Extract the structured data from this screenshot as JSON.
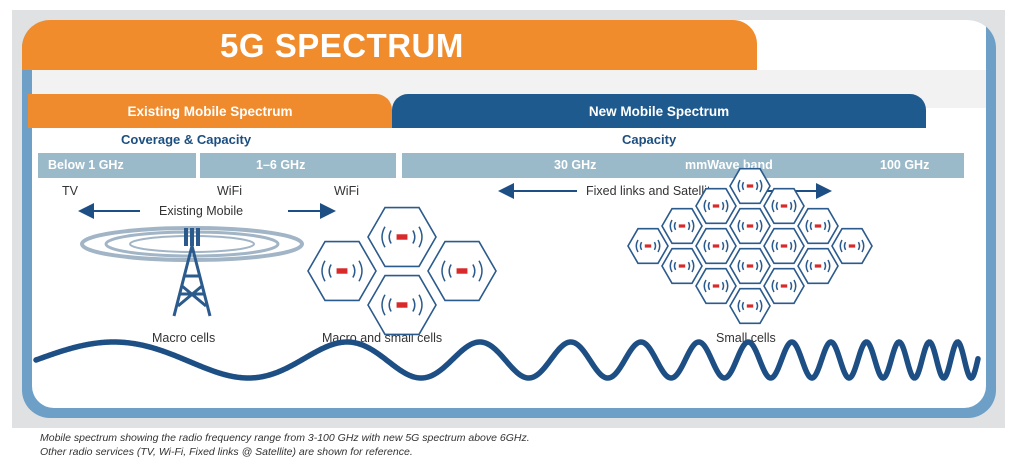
{
  "title": "5G SPECTRUM",
  "tabs": {
    "existing": "Existing Mobile Spectrum",
    "new": "New Mobile Spectrum"
  },
  "headers": {
    "left": "Coverage & Capacity",
    "right": "Capacity"
  },
  "bands": {
    "below1": "Below 1 GHz",
    "one_six": "1–6 GHz",
    "thirty": "30 GHz",
    "mmwave": "mmWave band",
    "hundred": "100 GHz"
  },
  "services": {
    "tv": "TV",
    "wifi1": "WiFi",
    "wifi2": "WiFi",
    "existing_mobile": "Existing Mobile",
    "fixed_links": "Fixed links and Satellite"
  },
  "cells": {
    "macro": "Macro cells",
    "macro_small": "Macro and small cells",
    "small": "Small cells"
  },
  "caption": {
    "line1": "Mobile spectrum showing the radio frequency range from 3-100 GHz with new 5G spectrum above 6GHz.",
    "line2": "Other radio services (TV, Wi-Fi, Fixed links @ Satellite) are shown for reference."
  },
  "colors": {
    "orange": "#f08c2c",
    "navy": "#1f5a8f",
    "band": "#9bbac9",
    "wave": "#1d4f85",
    "hex_stroke": "#2b5a8c",
    "signal": "#d82a2a"
  }
}
